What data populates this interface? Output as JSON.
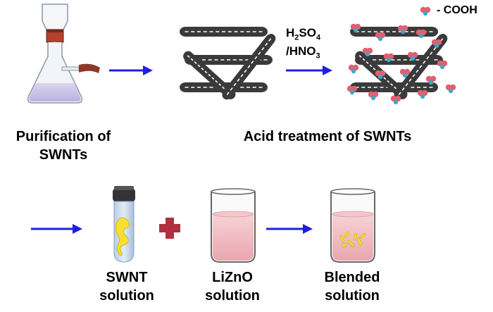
{
  "labels": {
    "purification_line1": "Purification of",
    "purification_line2": "SWNTs",
    "acid_treatment": "Acid treatment of SWNTs",
    "swnt_line1": "SWNT",
    "swnt_line2": "solution",
    "lizno_line1": "LiZnO",
    "lizno_line2": "solution",
    "blended_line1": "Blended",
    "blended_line2": "solution"
  },
  "reagents": {
    "acid1_main": "H",
    "acid1_sub1": "2",
    "acid1_mid": "SO",
    "acid1_sub2": "4",
    "acid2": "/HNO",
    "acid2_sub": "3"
  },
  "legend": {
    "text": "- COOH"
  },
  "colors": {
    "arrow": "#1f1fe0",
    "tube_fill": "#3a3a3a",
    "tube_dash": "#ffffff",
    "cooh_red": "#e06070",
    "cooh_blue": "#3fa6c8",
    "plus": "#b03040",
    "pink_liquid": "#f0b0b8",
    "yellow_particle": "#f5e030"
  }
}
